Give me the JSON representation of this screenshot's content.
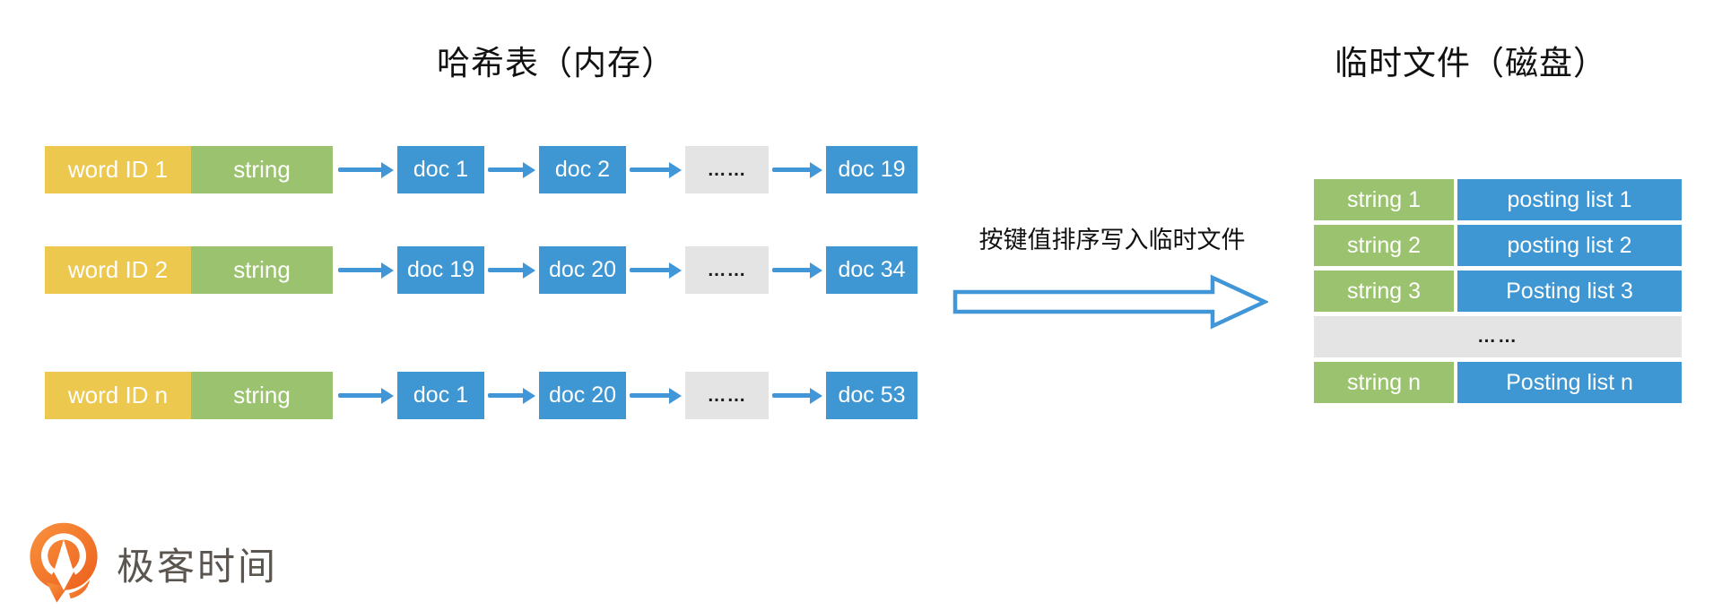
{
  "colors": {
    "yellow": "#EDC84F",
    "green": "#9BC26E",
    "blue": "#3E97D3",
    "gray": "#E4E4E4",
    "arrow_blue": "#4196D8",
    "logo_orange": "#F26F24",
    "logo_text_color": "#5B5550"
  },
  "left_section": {
    "title": "哈希表（内存）",
    "rows": [
      {
        "word_id": "word ID 1",
        "string_label": "string",
        "nodes": [
          "doc 1",
          "doc 2",
          "……",
          "doc 19"
        ]
      },
      {
        "word_id": "word ID 2",
        "string_label": "string",
        "nodes": [
          "doc 19",
          "doc 20",
          "……",
          "doc 34"
        ]
      },
      {
        "word_id": "word ID n",
        "string_label": "string",
        "nodes": [
          "doc 1",
          "doc 20",
          "……",
          "doc 53"
        ]
      }
    ]
  },
  "middle": {
    "arrow_label": "按键值排序写入临时文件"
  },
  "right_section": {
    "title": "临时文件（磁盘）",
    "rows": [
      {
        "key": "string 1",
        "value": "posting list 1"
      },
      {
        "key": "string 2",
        "value": "posting list 2"
      },
      {
        "key": "string 3",
        "value": "Posting list 3"
      },
      {
        "ellipsis": "……"
      },
      {
        "key": "string n",
        "value": "Posting list n"
      }
    ]
  },
  "footer": {
    "logo_text": "极客时间"
  }
}
